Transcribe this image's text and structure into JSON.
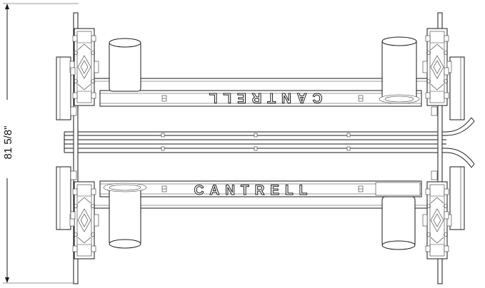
{
  "dimension": {
    "text": "81 5/8\""
  },
  "branding": {
    "upper_label": "CANTRELL",
    "lower_label": "CANTRELL"
  }
}
